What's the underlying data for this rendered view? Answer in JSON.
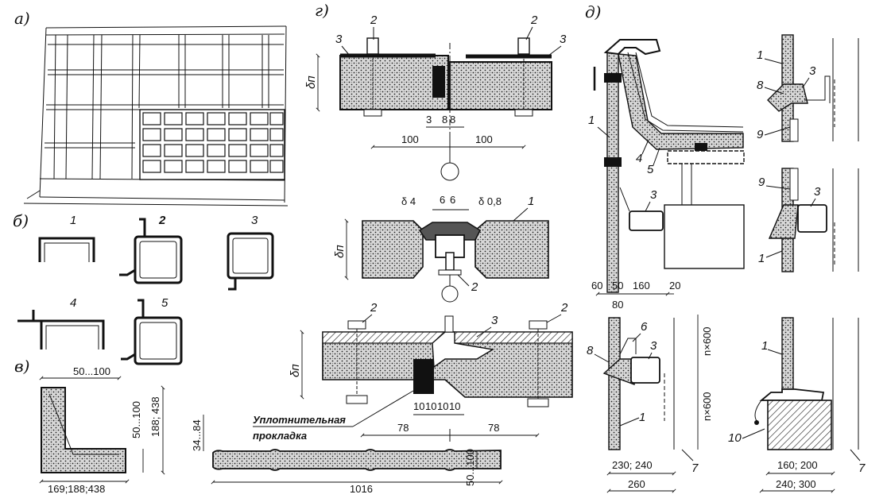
{
  "panels": {
    "a": "а)",
    "b": "б)",
    "v": "в)",
    "g": "г)",
    "d": "д)"
  },
  "profiles": [
    "1",
    "2",
    "3",
    "4",
    "5"
  ],
  "corner": {
    "dims": [
      "50...100",
      "50...100",
      "188; 438",
      "169;188;438"
    ]
  },
  "sheet": {
    "dims": [
      "34...84",
      "1016",
      "50...100"
    ]
  },
  "joint": {
    "delta_p": "δп",
    "top": {
      "callouts": [
        "2",
        "2",
        "3",
        "3"
      ],
      "dims": [
        "3",
        "8",
        "8",
        "100",
        "100"
      ]
    },
    "mid": {
      "callouts": [
        "1",
        "2"
      ],
      "dims": [
        "δ 4",
        "6",
        "6",
        "δ 0,8"
      ]
    },
    "bottom": {
      "callouts": [
        "2",
        "2",
        "3"
      ],
      "dims": [
        "10",
        "10",
        "10",
        "10",
        "78",
        "78"
      ],
      "seal_line1": "Уплотнительная",
      "seal_line2": "прокладка"
    }
  },
  "details": {
    "callouts": [
      "1",
      "4",
      "5",
      "3",
      "1",
      "8",
      "3",
      "9",
      "9",
      "3",
      "1",
      "6",
      "3",
      "8",
      "1",
      "1",
      "10",
      "7",
      "7"
    ],
    "dims_a": [
      "60",
      "50",
      "160",
      "20",
      "80"
    ],
    "dims_b": [
      "n×600",
      "n×600"
    ],
    "dims_c": [
      "230; 240",
      "260",
      "160; 200",
      "240; 300"
    ]
  }
}
